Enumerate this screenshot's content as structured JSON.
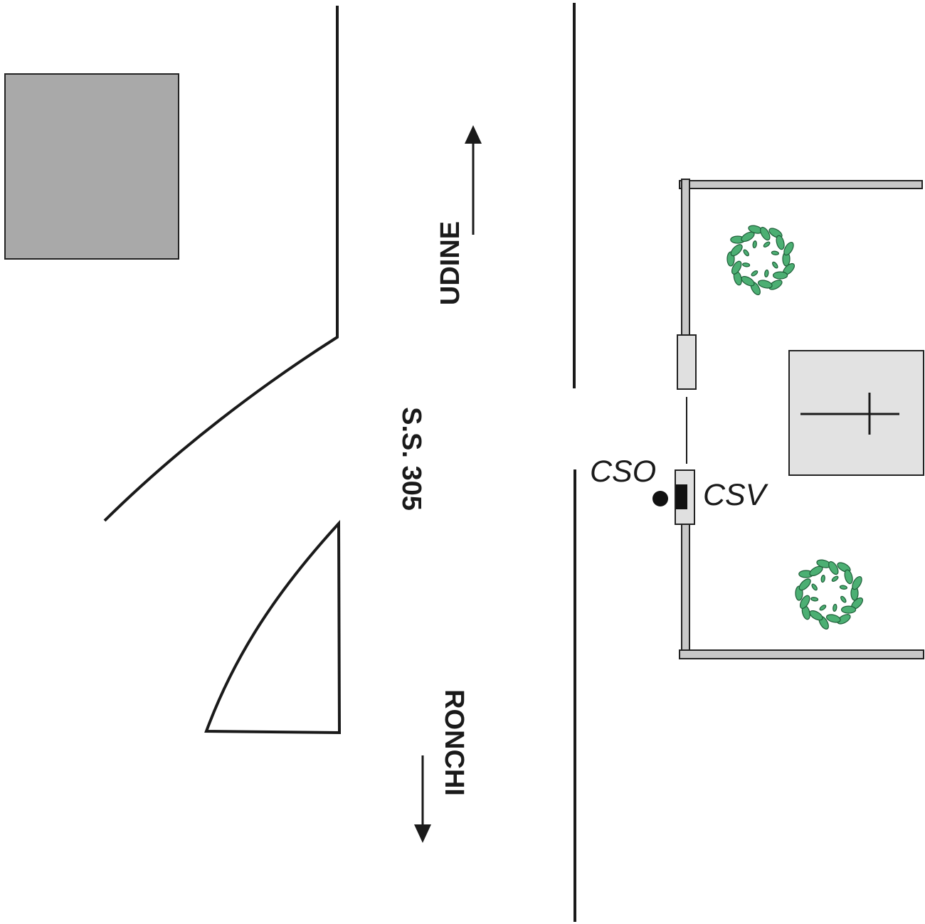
{
  "map": {
    "road_name": "S.S. 305",
    "direction_north": "UDINE",
    "direction_south": "RONCHI",
    "stations": {
      "cso_label": "CSO",
      "csv_label": "CSV"
    },
    "colors": {
      "building_dark": "#a9a9a9",
      "building_light": "#e2e2e2",
      "fence": "#c8c8c8",
      "vegetation": "#4caf73",
      "line": "#1a1a1a"
    },
    "icons": [
      "arrow-up-icon",
      "arrow-down-icon",
      "bush-icon",
      "station-dot-icon",
      "station-square-icon"
    ]
  }
}
